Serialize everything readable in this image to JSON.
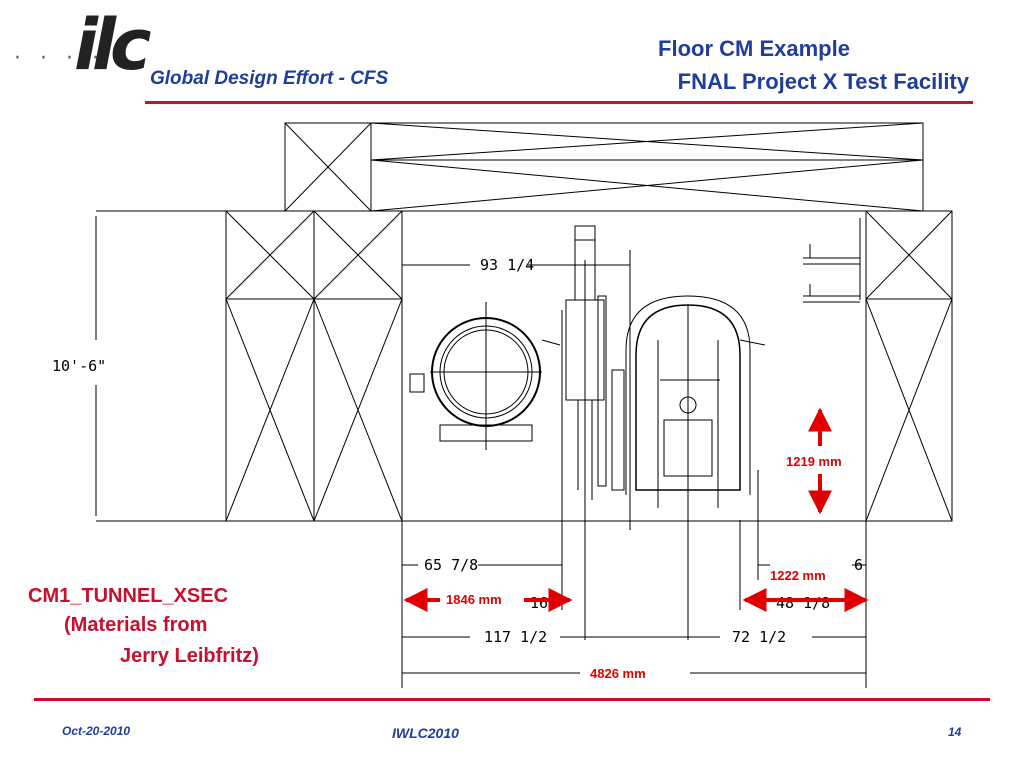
{
  "header": {
    "logo_text": "ilc",
    "logo_dots": "· · · · ·",
    "subtitle": "Global Design Effort  - CFS",
    "title_line1": "Floor CM Example",
    "title_line2": "FNAL Project X Test Facility"
  },
  "drawing": {
    "dim_height": "10'-6\"",
    "dim_top_width": "93 1/4",
    "dim_left_lower": "65 7/8",
    "dim_left_partial": "16",
    "dim_right_lower": "48 1/8",
    "dim_right_partial": "6",
    "dim_bottom_left": "117 1/2",
    "dim_bottom_right": "72 1/2",
    "callout_height": "1219 mm",
    "callout_left": "1846 mm",
    "callout_right": "1222 mm",
    "callout_total": "4826 mm"
  },
  "notes": {
    "line1": "CM1_TUNNEL_XSEC",
    "line2": "(Materials from",
    "line3": "Jerry Leibfritz)"
  },
  "footer": {
    "date": "Oct-20-2010",
    "event": "IWLC2010",
    "page": "14"
  }
}
